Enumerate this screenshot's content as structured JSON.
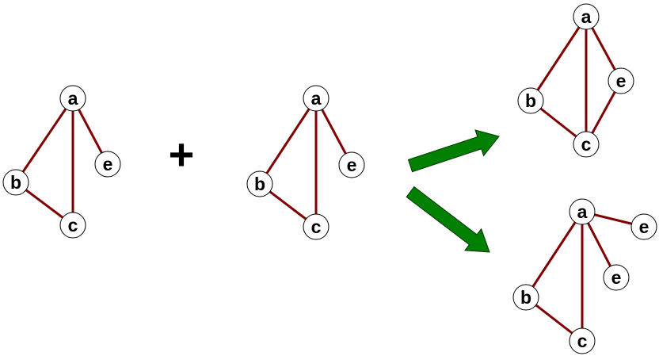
{
  "colors": {
    "edge": "#800000",
    "node_stroke": "#000000",
    "node_fill": "#ffffff",
    "arrow": "#008000",
    "plus": "#000000"
  },
  "operator": "+",
  "graphs": [
    {
      "id": "g1",
      "nodes": [
        {
          "id": "a",
          "label": "a"
        },
        {
          "id": "b",
          "label": "b"
        },
        {
          "id": "c",
          "label": "c"
        },
        {
          "id": "e",
          "label": "e"
        }
      ],
      "edges": [
        [
          "a",
          "b"
        ],
        [
          "a",
          "c"
        ],
        [
          "b",
          "c"
        ],
        [
          "a",
          "e"
        ]
      ]
    },
    {
      "id": "g2",
      "nodes": [
        {
          "id": "a",
          "label": "a"
        },
        {
          "id": "b",
          "label": "b"
        },
        {
          "id": "c",
          "label": "c"
        },
        {
          "id": "e",
          "label": "e"
        }
      ],
      "edges": [
        [
          "a",
          "b"
        ],
        [
          "a",
          "c"
        ],
        [
          "b",
          "c"
        ],
        [
          "a",
          "e"
        ]
      ]
    },
    {
      "id": "result-merged",
      "nodes": [
        {
          "id": "a",
          "label": "a"
        },
        {
          "id": "b",
          "label": "b"
        },
        {
          "id": "c",
          "label": "c"
        },
        {
          "id": "e",
          "label": "e"
        }
      ],
      "edges": [
        [
          "a",
          "b"
        ],
        [
          "a",
          "c"
        ],
        [
          "b",
          "c"
        ],
        [
          "a",
          "e"
        ],
        [
          "c",
          "e"
        ]
      ]
    },
    {
      "id": "result-separate",
      "nodes": [
        {
          "id": "a",
          "label": "a"
        },
        {
          "id": "b",
          "label": "b"
        },
        {
          "id": "c",
          "label": "c"
        },
        {
          "id": "e1",
          "label": "e"
        },
        {
          "id": "e2",
          "label": "e"
        }
      ],
      "edges": [
        [
          "a",
          "b"
        ],
        [
          "a",
          "c"
        ],
        [
          "b",
          "c"
        ],
        [
          "a",
          "e1"
        ],
        [
          "a",
          "e2"
        ]
      ]
    }
  ]
}
